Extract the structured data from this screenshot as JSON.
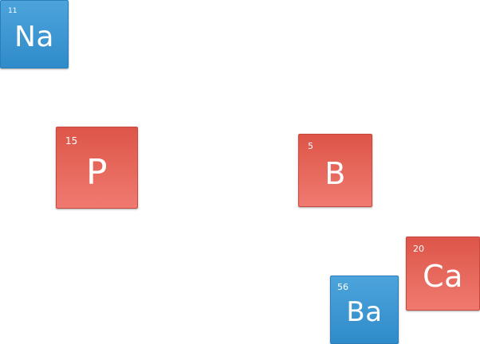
{
  "colors": {
    "metal_blue": "#3a96d2",
    "nonmetal_red": "#e5655a",
    "text": "#ffffff",
    "background": "#ffffff"
  },
  "elements": [
    {
      "number": "11",
      "symbol": "Na",
      "color": "blue"
    },
    {
      "number": "15",
      "symbol": "P",
      "color": "red"
    },
    {
      "number": "5",
      "symbol": "B",
      "color": "red"
    },
    {
      "number": "20",
      "symbol": "Ca",
      "color": "red"
    },
    {
      "number": "56",
      "symbol": "Ba",
      "color": "blue"
    }
  ]
}
